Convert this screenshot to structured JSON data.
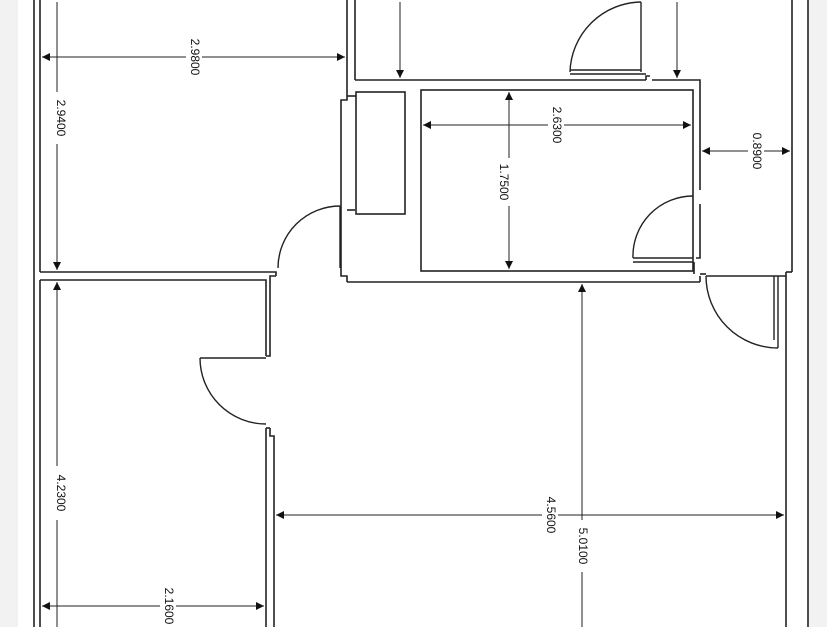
{
  "dimensions": [
    {
      "id": "dim-2980",
      "label": "2.9800"
    },
    {
      "id": "dim-2940",
      "label": "2.9400"
    },
    {
      "id": "dim-2630",
      "label": "2.6300"
    },
    {
      "id": "dim-1750",
      "label": "1.7500"
    },
    {
      "id": "dim-0890",
      "label": "0.8900"
    },
    {
      "id": "dim-4230",
      "label": "4.2300"
    },
    {
      "id": "dim-4560",
      "label": "4.5600"
    },
    {
      "id": "dim-5010",
      "label": "5.0100"
    },
    {
      "id": "dim-2160",
      "label": "2.1600"
    }
  ],
  "colors": {
    "line": "#222222",
    "background": "#ffffff",
    "margin": "#f2f2f2"
  }
}
